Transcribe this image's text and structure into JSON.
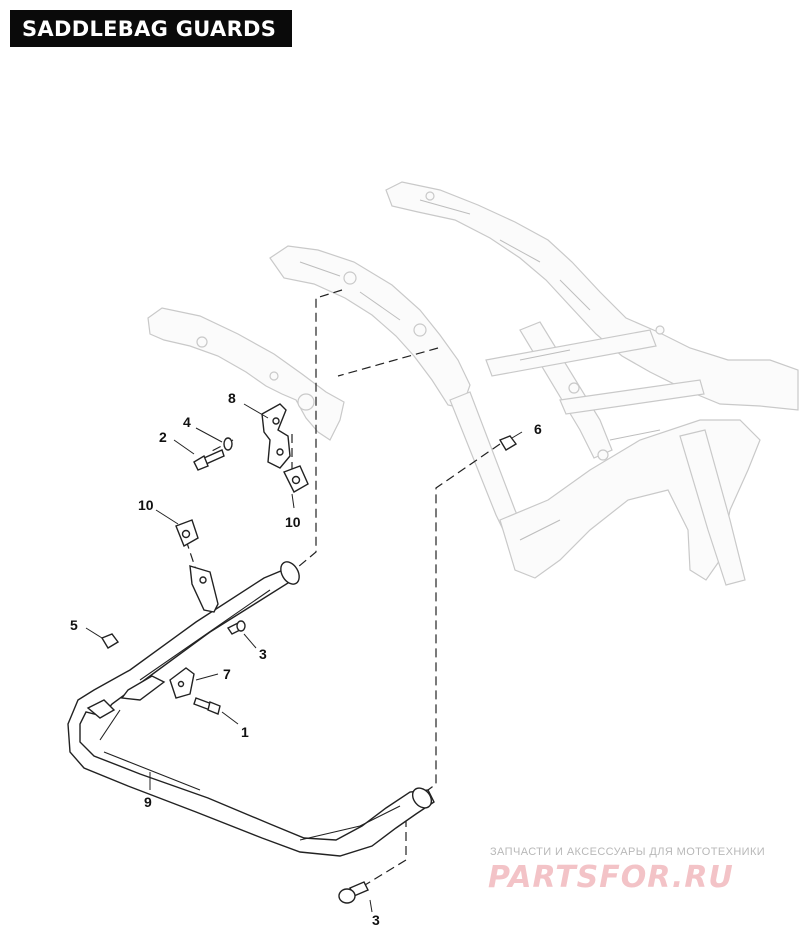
{
  "title": "SADDLEBAG GUARDS",
  "callouts": {
    "c1": "1",
    "c2": "2",
    "c3a": "3",
    "c3b": "3",
    "c4": "4",
    "c5": "5",
    "c6": "6",
    "c7": "7",
    "c8": "8",
    "c9": "9",
    "c10a": "10",
    "c10b": "10"
  },
  "watermark": {
    "tagline": "ЗАПЧАСТИ И АКСЕССУАРЫ ДЛЯ МОТОТЕХНИКИ",
    "logo": "PARTSFOR.RU"
  }
}
